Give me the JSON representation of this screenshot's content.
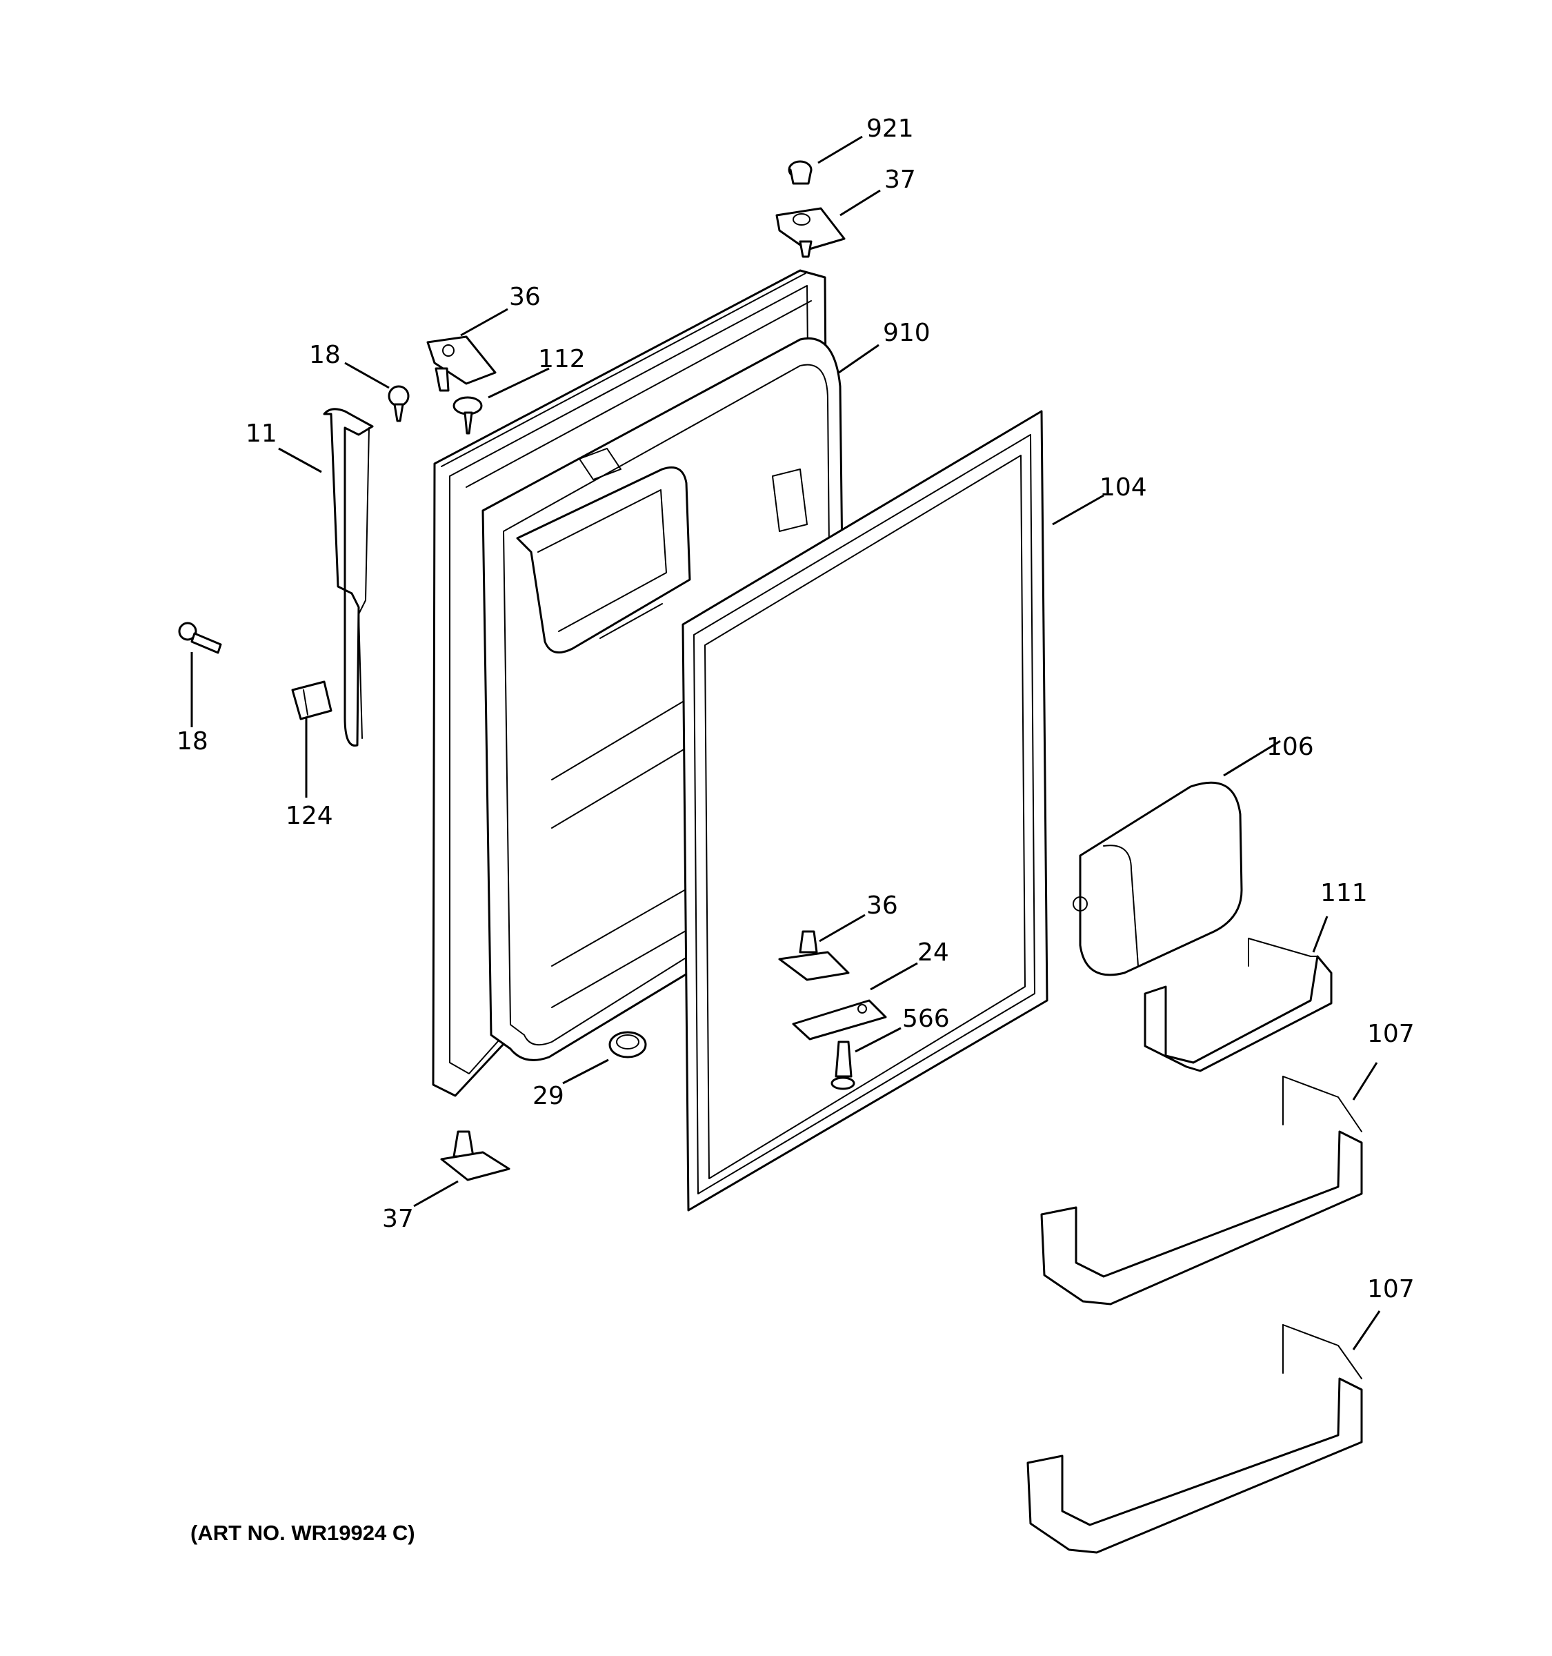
{
  "art_number": "(ART NO. WR19924 C)",
  "callouts": [
    "921",
    "37",
    "36",
    "910",
    "18",
    "112",
    "11",
    "104",
    "18",
    "124",
    "106",
    "36",
    "111",
    "24",
    "566",
    "107",
    "29",
    "37",
    "107"
  ]
}
